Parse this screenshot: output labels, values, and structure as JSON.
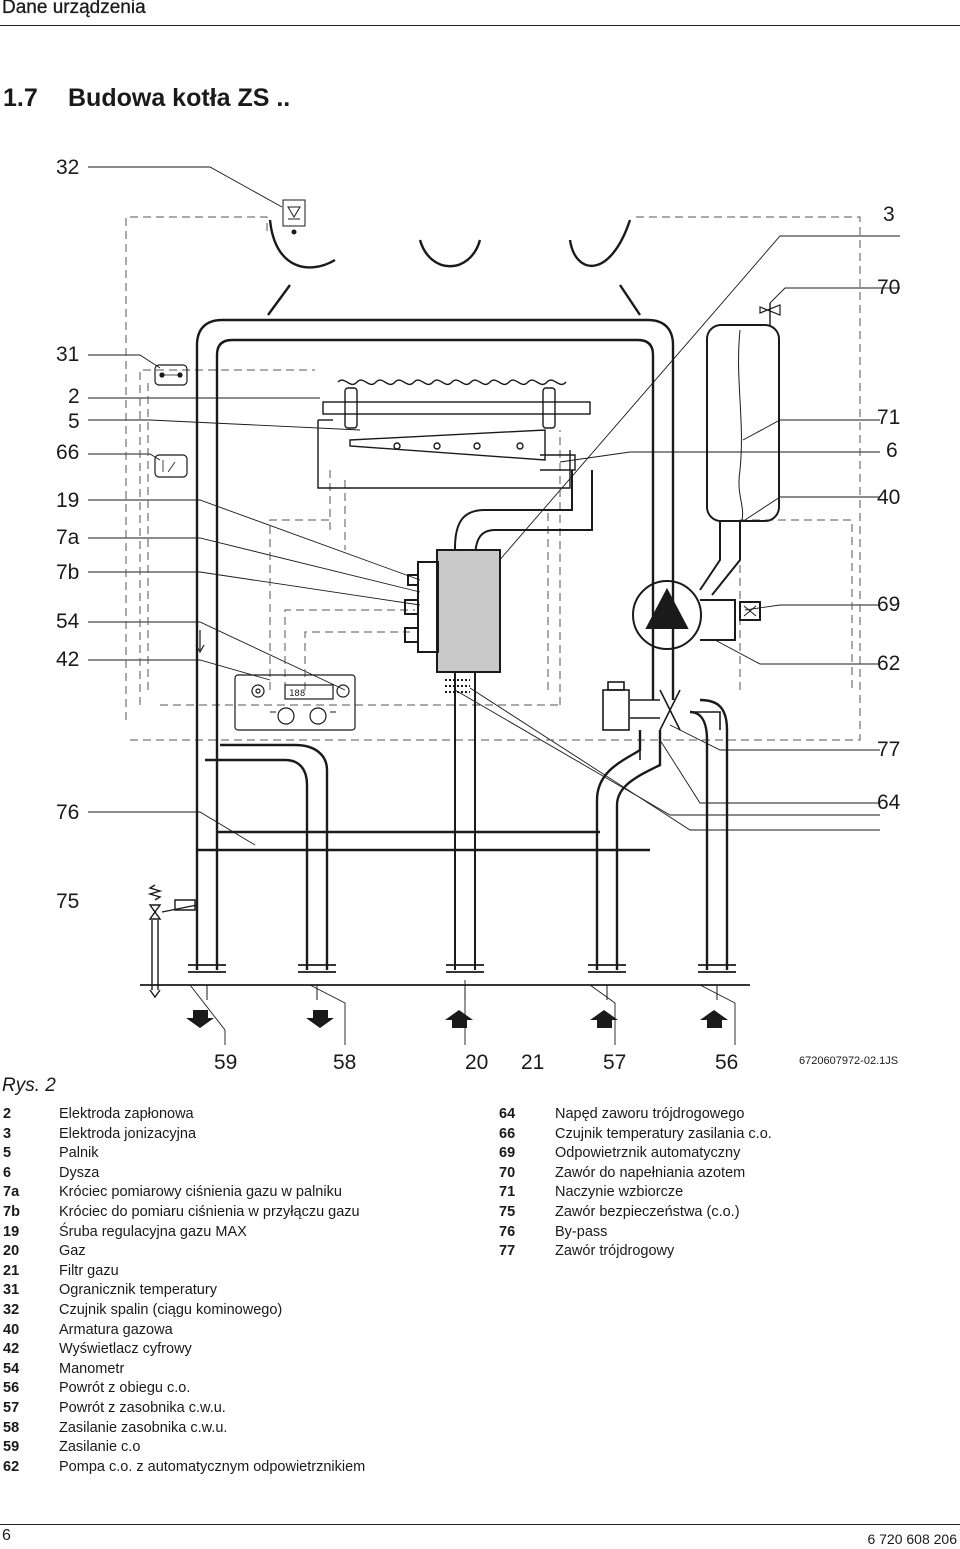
{
  "header": {
    "title": "Dane urządzenia"
  },
  "section": {
    "number": "1.7",
    "title": "Budowa kotła ZS .."
  },
  "diagram": {
    "callouts_left": [
      "32",
      "31",
      "2",
      "5",
      "66",
      "19",
      "7a",
      "7b",
      "54",
      "42",
      "76",
      "75"
    ],
    "callouts_right": [
      "3",
      "70",
      "71",
      "6",
      "40",
      "69",
      "62",
      "77",
      "64"
    ],
    "bottom_labels": [
      "59",
      "58",
      "20",
      "21",
      "57",
      "56"
    ],
    "figure_code": "6720607972-02.1JS",
    "display_readout": "188",
    "caption": "Rys. 2"
  },
  "legend": {
    "left": [
      {
        "num": "2",
        "text": "Elektroda zapłonowa"
      },
      {
        "num": "3",
        "text": "Elektroda jonizacyjna"
      },
      {
        "num": "5",
        "text": "Palnik"
      },
      {
        "num": "6",
        "text": "Dysza"
      },
      {
        "num": "7a",
        "text": "Króciec pomiarowy ciśnienia gazu w palniku"
      },
      {
        "num": "7b",
        "text": "Króciec do pomiaru ciśnienia w przyłączu gazu"
      },
      {
        "num": "19",
        "text": "Śruba regulacyjna gazu MAX"
      },
      {
        "num": "20",
        "text": "Gaz"
      },
      {
        "num": "21",
        "text": "Filtr gazu"
      },
      {
        "num": "31",
        "text": "Ogranicznik temperatury"
      },
      {
        "num": "32",
        "text": "Czujnik spalin (ciągu kominowego)"
      },
      {
        "num": "40",
        "text": "Armatura gazowa"
      },
      {
        "num": "42",
        "text": "Wyświetlacz cyfrowy"
      },
      {
        "num": "54",
        "text": "Manometr"
      },
      {
        "num": "56",
        "text": "Powrót z obiegu c.o."
      },
      {
        "num": "57",
        "text": "Powrót z zasobnika c.w.u."
      },
      {
        "num": "58",
        "text": "Zasilanie zasobnika c.w.u."
      },
      {
        "num": "59",
        "text": "Zasilanie c.o"
      },
      {
        "num": "62",
        "text": "Pompa c.o. z automatycznym odpowietrznikiem"
      }
    ],
    "right": [
      {
        "num": "64",
        "text": "Napęd zaworu trójdrogowego"
      },
      {
        "num": "66",
        "text": "Czujnik temperatury zasilania c.o."
      },
      {
        "num": "69",
        "text": "Odpowietrznik automatyczny"
      },
      {
        "num": "70",
        "text": "Zawór do napełniania azotem"
      },
      {
        "num": "71",
        "text": "Naczynie wzbiorcze"
      },
      {
        "num": "75",
        "text": "Zawór bezpieczeństwa (c.o.)"
      },
      {
        "num": "76",
        "text": "By-pass"
      },
      {
        "num": "77",
        "text": "Zawór trójdrogowy"
      }
    ]
  },
  "footer": {
    "page": "6",
    "doc_number": "6 720 608 206"
  }
}
